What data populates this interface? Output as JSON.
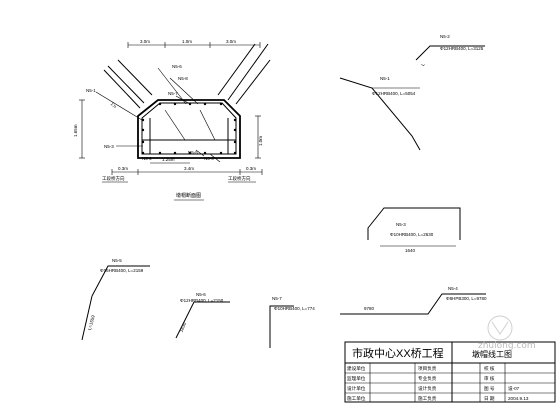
{
  "section": {
    "caption": "墩帽断面图",
    "dims": {
      "top_left": "3.0m",
      "top_mid": "1.0m",
      "top_right": "3.0m",
      "left_h": "1.65m",
      "right_h": "1.0m",
      "inner_w": "1.25m",
      "bottom_w": "3.4m",
      "bottom_left": "0.3m",
      "bottom_right": "0.3m",
      "slope_left": "1:n"
    },
    "labels": {
      "n1": "N5-1",
      "n2": "N5-2",
      "n3": "N5-3",
      "n4": "N5-4",
      "n5": "N5-5",
      "n6": "N5-6",
      "n7": "N5-7",
      "n8": "N5-8",
      "dir_left": "工段桥方向",
      "dir_right": "工段桥方向"
    }
  },
  "details": {
    "n52": {
      "label": "N5-2",
      "spec": "Φ12HRB400, L=3125"
    },
    "n51": {
      "label": "N5-1",
      "spec": "Φ12HRB400, L=5054"
    },
    "n53": {
      "label": "N5-3",
      "spec": "Φ10HRB400, L=2630",
      "dim": "1640"
    },
    "n55": {
      "label": "N5-5",
      "spec": "Φ16HRB400, L=2159",
      "dim": "L=1559"
    },
    "n56": {
      "label": "N5-6",
      "spec": "Φ12HRB400, L=2150",
      "dim": "1830"
    },
    "n57": {
      "label": "N5-7",
      "spec": "Φ10HRB400, L=774"
    },
    "n54": {
      "label": "N5-4",
      "spec": "Φ8HPB300, L=9780",
      "dim": "9780"
    }
  },
  "title_block": {
    "project": "市政中心XX桥工程",
    "drawing_title": "墩帽线工图",
    "rows": [
      {
        "label": "建设单位",
        "role": "项目负责",
        "role2": "校 核",
        "val": ""
      },
      {
        "label": "监理单位",
        "role": "专业负责",
        "role2": "审 核",
        "val": ""
      },
      {
        "label": "设计单位",
        "role": "设计负责",
        "role2": "图 号",
        "val": "设-07"
      },
      {
        "label": "施工单位",
        "role": "施工负责",
        "role2": "日 期",
        "val": "2004.9.13"
      }
    ]
  },
  "watermark": "zhulong.com"
}
